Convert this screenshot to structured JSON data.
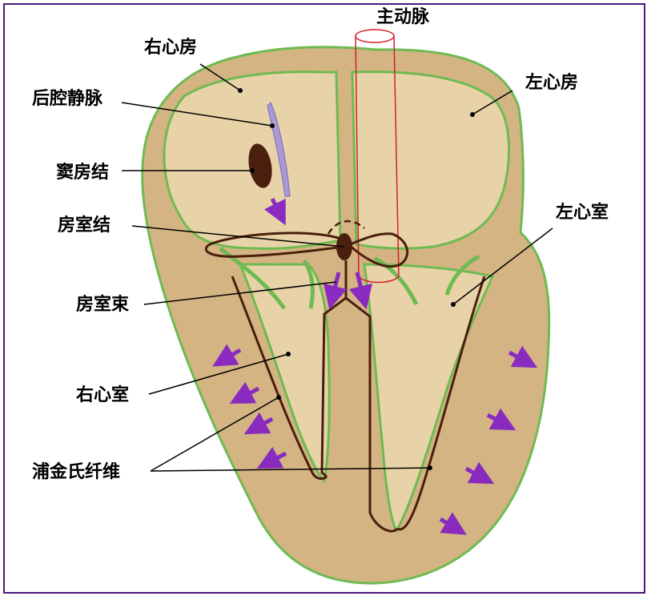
{
  "labels": {
    "aorta": "主动脉",
    "right_atrium": "右心房",
    "left_atrium": "左心房",
    "posterior_vena_cava": "后腔静脉",
    "sinoatrial_node": "窦房结",
    "atrioventricular_node": "房室结",
    "left_ventricle": "左心室",
    "av_bundle": "房室束",
    "right_ventricle": "右心室",
    "purkinje_fibers": "浦金氏纤维"
  },
  "colors": {
    "frame": "#4b1a78",
    "heart_outer": "#d4b483",
    "heart_inner": "#e8d3a8",
    "wall_line": "#6fba52",
    "conduction": "#4a1f0e",
    "node": "#4a1f0e",
    "vena_cava": "#a99ad6",
    "aorta": "#d4202b",
    "arrow": "#8a2bbf"
  }
}
